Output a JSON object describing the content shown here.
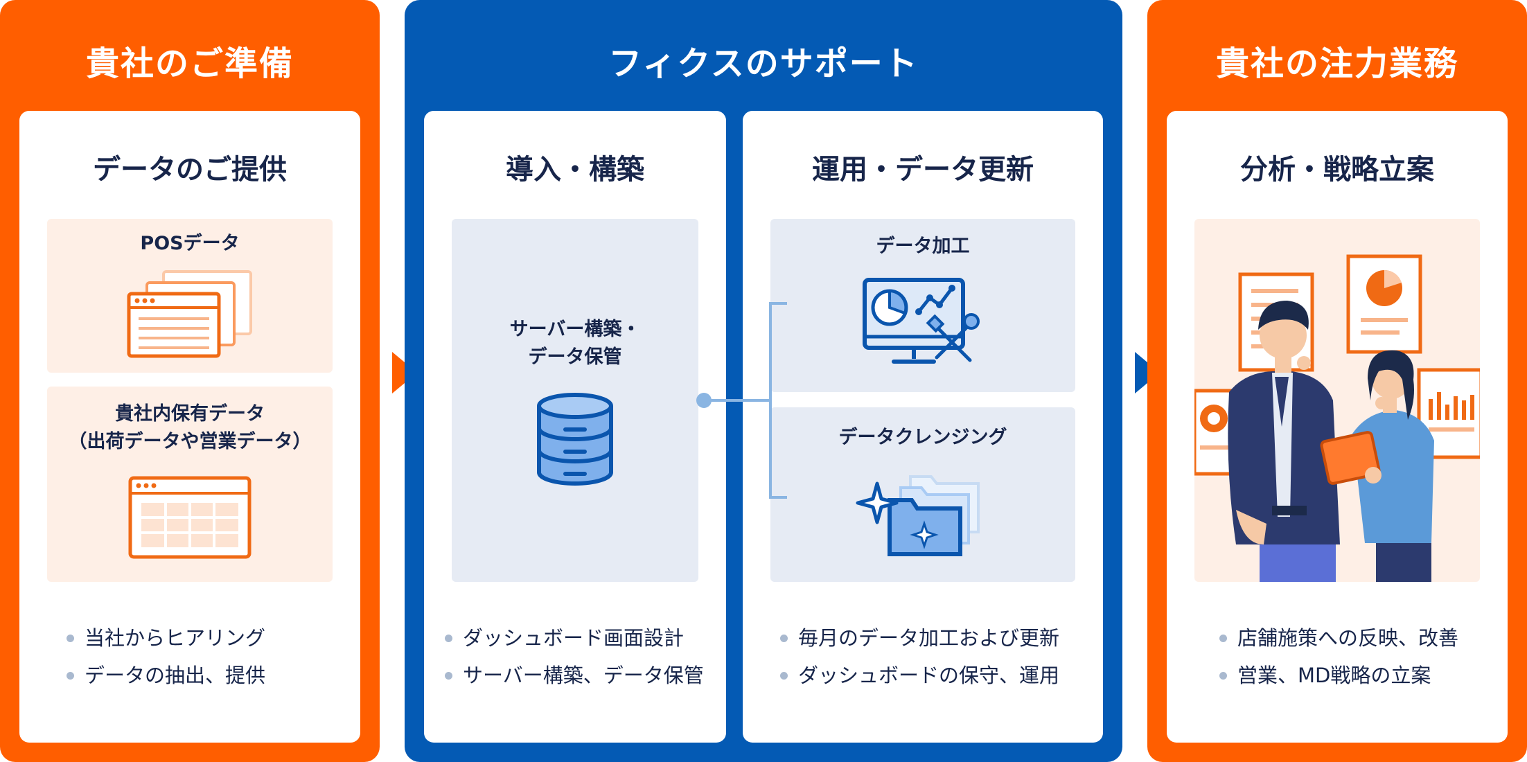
{
  "columns": {
    "left": {
      "title": "貴社のご準備",
      "card_title": "データのご提供",
      "items": [
        {
          "title": "POSデータ"
        },
        {
          "title_line1": "貴社内保有データ",
          "title_line2": "（出荷データや営業データ）"
        }
      ],
      "bullets": [
        "当社からヒアリング",
        "データの抽出、提供"
      ]
    },
    "center": {
      "title": "フィクスのサポート",
      "build": {
        "card_title": "導入・構築",
        "item_line1": "サーバー構築・",
        "item_line2": "データ保管",
        "bullets": [
          "ダッシュボード画面設計",
          "サーバー構築、データ保管"
        ]
      },
      "operate": {
        "card_title": "運用・データ更新",
        "items": [
          {
            "title": "データ加工"
          },
          {
            "title": "データクレンジング"
          }
        ],
        "bullets": [
          "毎月のデータ加工および更新",
          "ダッシュボードの保守、運用"
        ]
      }
    },
    "right": {
      "title": "貴社の注力業務",
      "card_title": "分析・戦略立案",
      "bullets": [
        "店舗施策への反映、改善",
        "営業、MD戦略の立案"
      ]
    }
  },
  "colors": {
    "orange": "#ff5e00",
    "blue": "#045ab4",
    "peach": "#feefe6",
    "gray_blue": "#e6ebf4",
    "navy_text": "#17254a"
  },
  "icons": [
    "browser-windows-icon",
    "spreadsheet-window-icon",
    "database-icon",
    "monitor-chart-tools-icon",
    "sparkle-folders-icon",
    "business-people-illustration"
  ]
}
